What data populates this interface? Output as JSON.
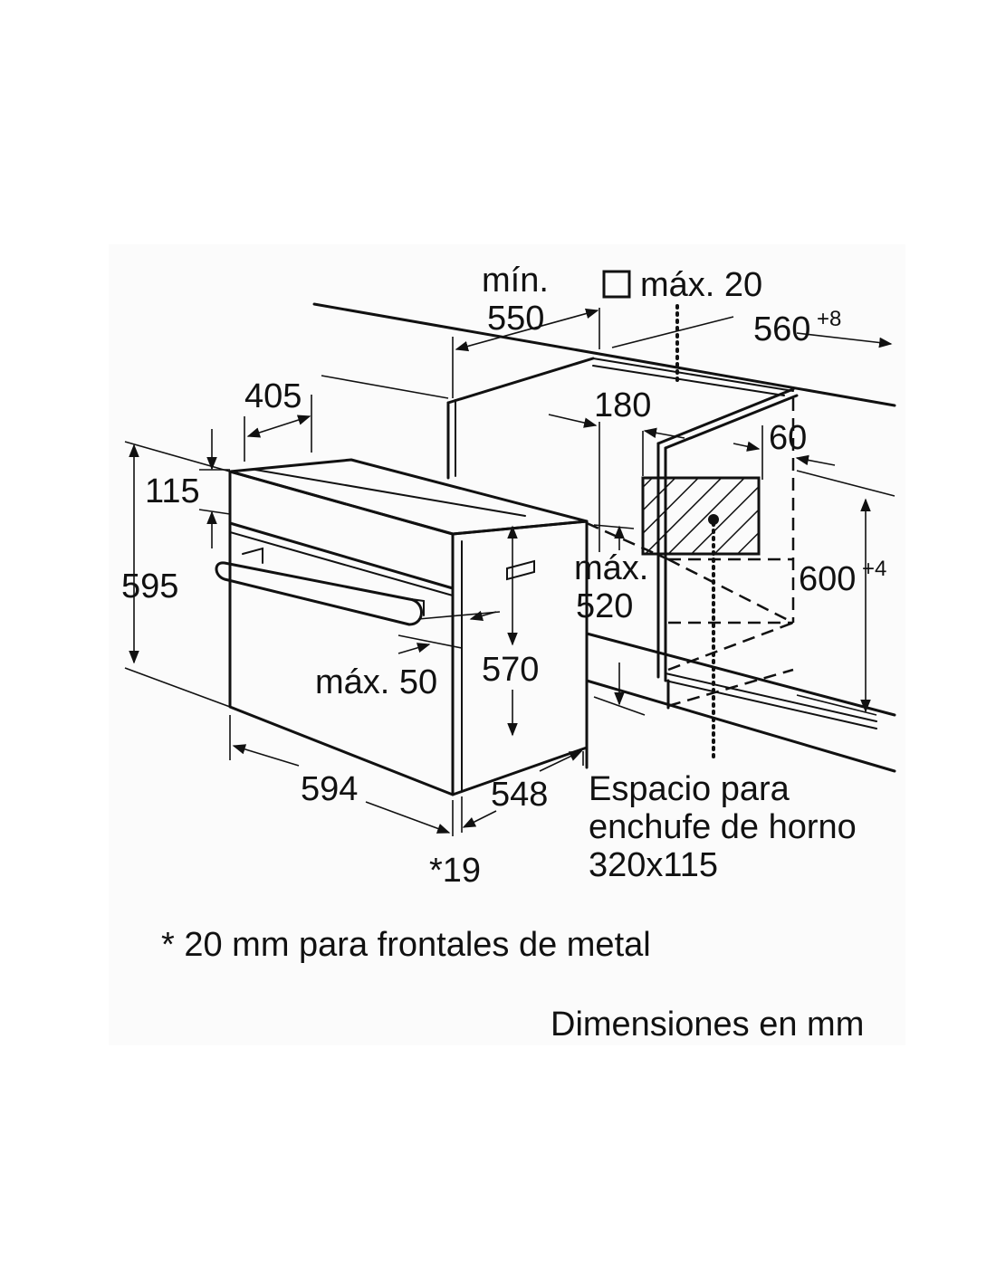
{
  "labels": {
    "min": "mín.",
    "min_550": "550",
    "max20": "máx. 20",
    "d560": "560",
    "d560_tol": "+8",
    "d405": "405",
    "d180": "180",
    "d60": "60",
    "d115": "115",
    "d595": "595",
    "max_520_a": "máx.",
    "max_520_b": "520",
    "d600": "600",
    "d600_tol": "+4",
    "max50": "máx. 50",
    "d570": "570",
    "d594": "594",
    "d548": "548",
    "d19": "*19"
  },
  "socket_note": {
    "line1": "Espacio para",
    "line2": "enchufe de horno",
    "line3": "320x115"
  },
  "footnote": "* 20 mm para frontales de metal",
  "units_note": "Dimensiones en mm"
}
